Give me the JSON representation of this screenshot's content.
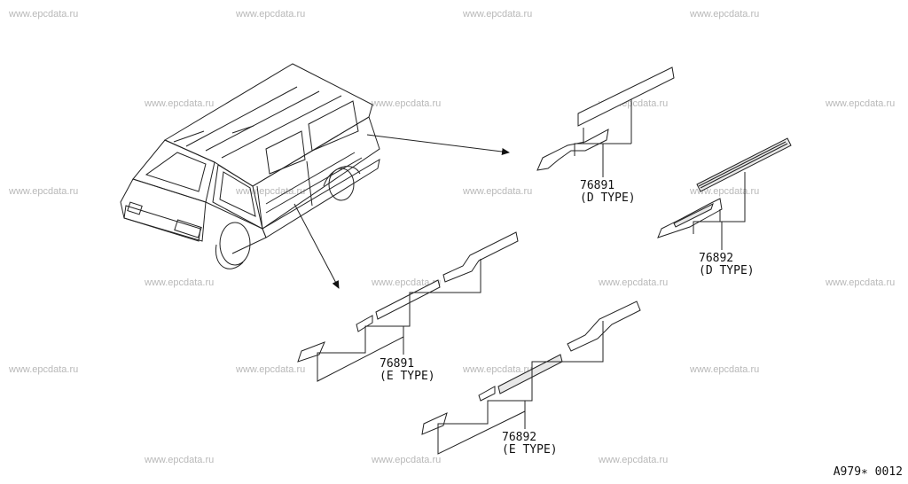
{
  "watermark_text": "www.epcdata.ru",
  "figure_code": "A979∗ 0012",
  "parts": {
    "p76891_d": {
      "number": "76891",
      "type": "(D TYPE)"
    },
    "p76892_d": {
      "number": "76892",
      "type": "(D TYPE)"
    },
    "p76891_e": {
      "number": "76891",
      "type": "(E TYPE)"
    },
    "p76892_e": {
      "number": "76892",
      "type": "(E TYPE)"
    }
  }
}
